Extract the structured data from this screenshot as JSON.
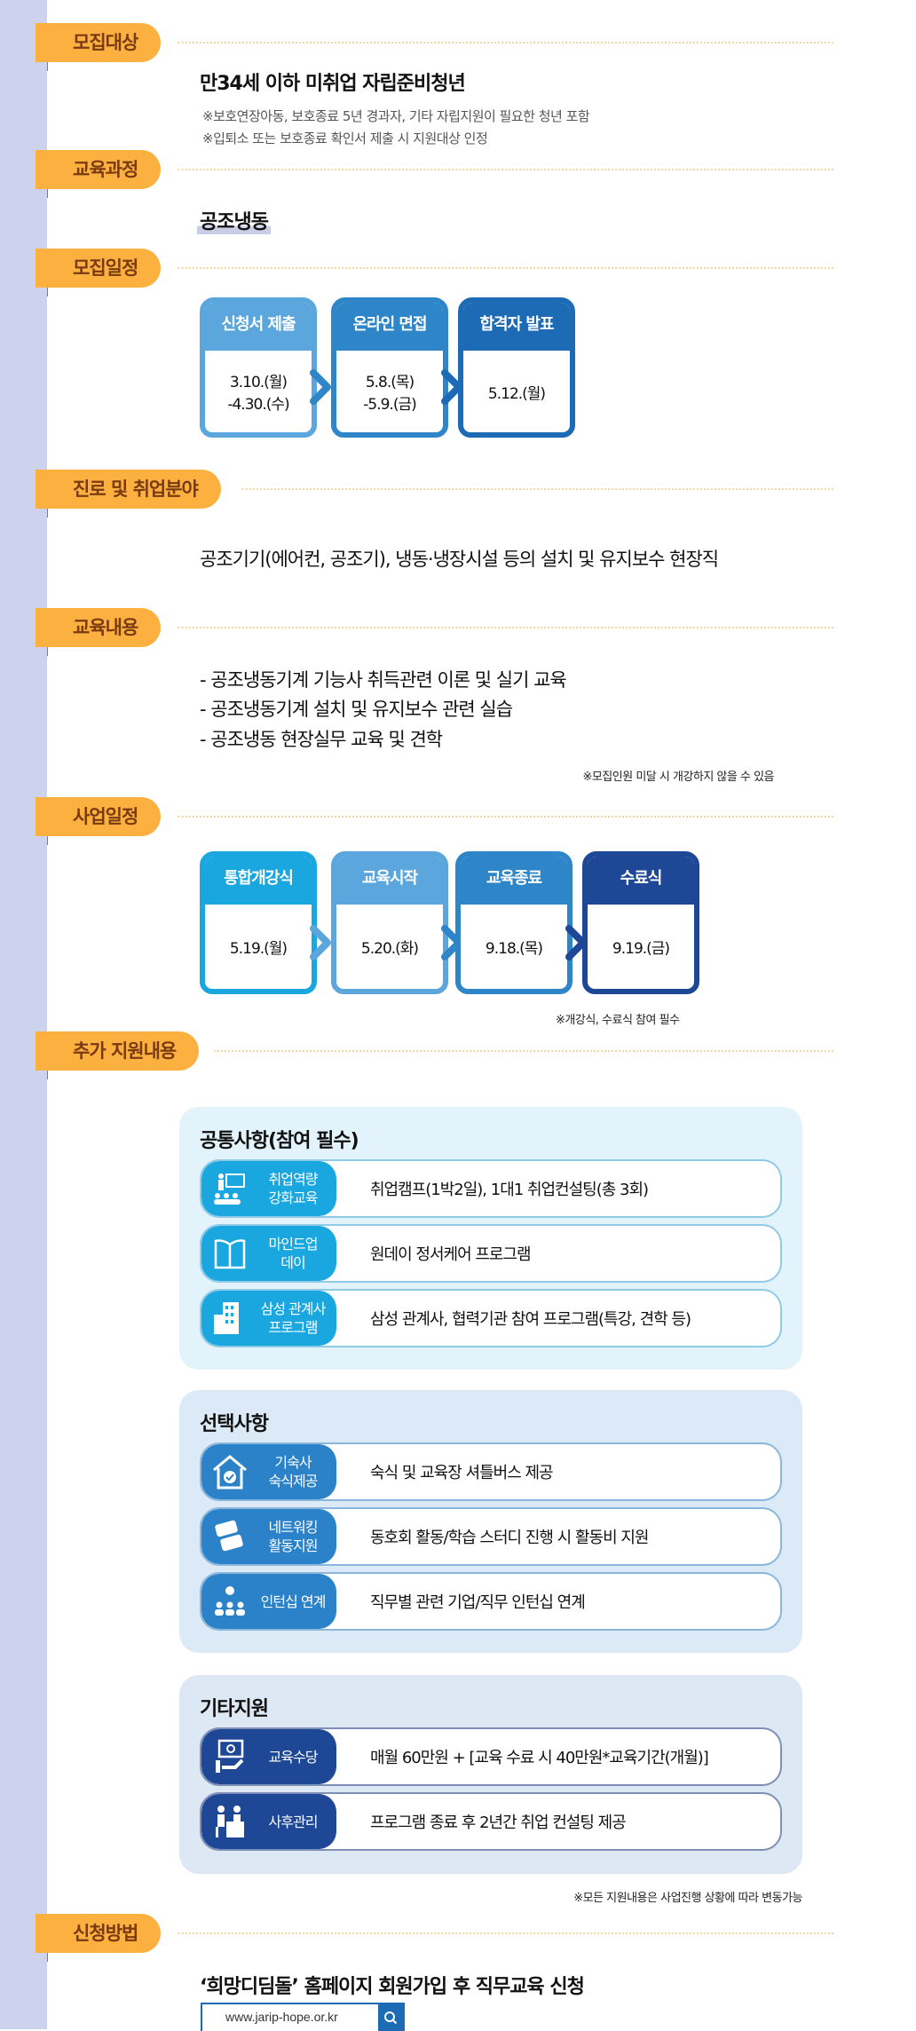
{
  "sections": {
    "target": "모집대상",
    "course": "교육과정",
    "recruit_schedule": "모집일정",
    "career": "진로 및 취업분야",
    "content": "교육내용",
    "biz_schedule": "사업일정",
    "extra": "추가 지원내용",
    "apply": "신청방법"
  },
  "target": {
    "title": "만34세 이하 미취업 자립준비청년",
    "notes": [
      "※보호연장아동, 보호종료 5년 경과자, 기타 자립지원이 필요한 청년 포함",
      "※입퇴소 또는 보호종료 확인서 제출 시 지원대상 인정"
    ]
  },
  "course": {
    "name": "공조냉동"
  },
  "recruit_schedule": [
    {
      "title": "신청서 제출",
      "lines": [
        "3.10.(월)",
        "-4.30.(수)"
      ],
      "color": "#5ba6dc"
    },
    {
      "title": "온라인 면접",
      "lines": [
        "5.8.(목)",
        "-5.9.(금)"
      ],
      "color": "#2e86c8"
    },
    {
      "title": "합격자 발표",
      "lines": [
        "5.12.(월)"
      ],
      "color": "#1e6bb5"
    }
  ],
  "career": {
    "text": "공조기기(에어컨, 공조기), 냉동·냉장시설 등의 설치 및 유지보수 현장직"
  },
  "content": {
    "items": [
      "- 공조냉동기계 기능사 취득관련 이론 및 실기 교육",
      "- 공조냉동기계 설치 및 유지보수 관련 실습",
      "- 공조냉동 현장실무 교육 및 견학"
    ],
    "note": "※모집인원 미달 시 개강하지 않을 수 있음"
  },
  "biz_schedule": {
    "steps": [
      {
        "title": "통합개강식",
        "lines": [
          "5.19.(월)"
        ],
        "color": "#1aa7e0"
      },
      {
        "title": "교육시작",
        "lines": [
          "5.20.(화)"
        ],
        "color": "#5ba6dc"
      },
      {
        "title": "교육종료",
        "lines": [
          "9.18.(목)"
        ],
        "color": "#2e86c8"
      },
      {
        "title": "수료식",
        "lines": [
          "9.19.(금)"
        ],
        "color": "#1e4796"
      }
    ],
    "note": "※개강식, 수료식 참여 필수"
  },
  "extra": {
    "panels": [
      {
        "title": "공통사항(참여 필수)",
        "bg": "#e3f3fb",
        "color": "#1aa7e0",
        "border": "#8fcbe6",
        "rows": [
          {
            "icon": "teacher-icon",
            "label": "취업역량\n강화교육",
            "value": "취업캠프(1박2일), 1대1 취업컨설팅(총 3회)"
          },
          {
            "icon": "book-icon",
            "label": "마인드업\n데이",
            "value": "원데이 정서케어 프로그램"
          },
          {
            "icon": "building-icon",
            "label": "삼성 관계사\n프로그램",
            "value": "삼성 관계사, 협력기관 참여 프로그램(특강, 견학 등)"
          }
        ]
      },
      {
        "title": "선택사항",
        "bg": "#dbeaf6",
        "color": "#2b82c8",
        "border": "#8ab6dc",
        "rows": [
          {
            "icon": "house-check-icon",
            "label": "기숙사\n숙식제공",
            "value": "숙식 및 교육장 셔틀버스 제공"
          },
          {
            "icon": "money-icon",
            "label": "네트워킹\n활동지원",
            "value": "동호회 활동/학습 스터디 진행 시 활동비 지원"
          },
          {
            "icon": "people-icon",
            "label": "인턴십 연계",
            "value": "직무별 관련 기업/직무 인턴십 연계"
          }
        ]
      },
      {
        "title": "기타지원",
        "bg": "#dde8f5",
        "color": "#1e4796",
        "border": "#7d8fb5",
        "rows": [
          {
            "icon": "cash-hand-icon",
            "label": "교육수당",
            "value": "매월 60만원 + [교육 수료 시 40만원*교육기간(개월)]"
          },
          {
            "icon": "consulting-icon",
            "label": "사후관리",
            "value": "프로그램 종료 후 2년간 취업 컨설팅 제공"
          }
        ]
      }
    ],
    "note": "※모든 지원내용은 사업진행 상황에 따라 변동가능"
  },
  "apply": {
    "text": "‘희망디딤돌’ 홈페이지 회원가입 후 직무교육 신청",
    "url": "www.jarip-hope.or.kr"
  }
}
